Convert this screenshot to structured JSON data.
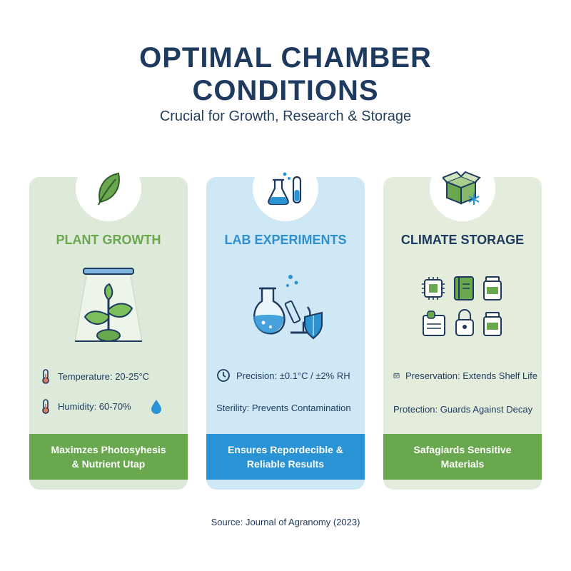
{
  "header": {
    "title_line1": "OPTIMAL CHAMBER",
    "title_line2": "CONDITIONS",
    "subtitle": "Crucial for Growth, Research & Storage"
  },
  "cards": [
    {
      "title": "PLANT GROWTH",
      "stats": [
        "Temperature: 20-25°C",
        "Humidity: 60-70%"
      ],
      "footer_line1": "Maximzes Photosyhesis",
      "footer_line2": "& Nutrient Utap",
      "icons": [
        "leaf-icon",
        "grow-light-plant-icon",
        "thermometer-icon",
        "water-drop-icon"
      ]
    },
    {
      "title": "LAB EXPERIMENTS",
      "stats": [
        "Precision: ±0.1°C / ±2% RH",
        "Sterility: Prevents Contamination"
      ],
      "footer_line1": "Ensures Repordecible &",
      "footer_line2": "Reliable Results",
      "icons": [
        "flask-test-tube-icon",
        "microscope-shield-icon",
        "clock-icon"
      ]
    },
    {
      "title": "CLIMATE STORAGE",
      "stats": [
        "Preservation: Extends Shelf Life",
        "Protection: Guards Against Decay"
      ],
      "footer_line1": "Safagiards Sensitive",
      "footer_line2": "Materials",
      "icons": [
        "box-snowflake-icon",
        "chip-icon",
        "book-icon",
        "jar-icon",
        "document-icon",
        "lock-icon",
        "calendar-icon"
      ]
    }
  ],
  "source": "Source: Journal of Agranomy (2023)",
  "colors": {
    "title": "#1f3a5f",
    "green": "#6aa84f",
    "blue": "#2a93d5",
    "card_green": "#dde9d9",
    "card_blue": "#cfe8f6",
    "card_pale": "#e4eddc"
  }
}
